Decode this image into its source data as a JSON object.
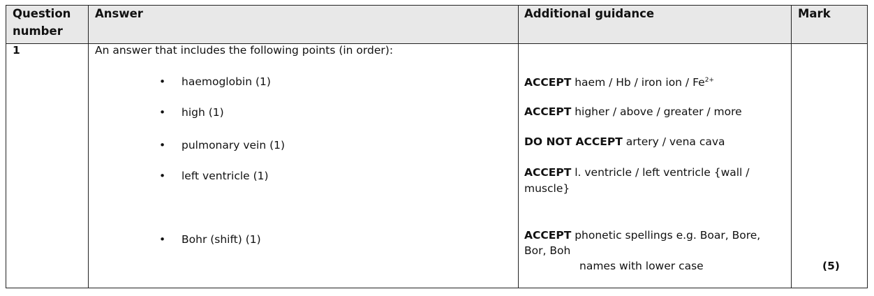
{
  "headers": {
    "question_number": "Question number",
    "question_line1": "Question",
    "question_line2": "number",
    "answer": "Answer",
    "guidance": "Additional guidance",
    "mark": "Mark"
  },
  "row": {
    "number": "1",
    "intro": "An answer that includes the following points (in order):",
    "points": [
      {
        "answer": "haemoglobin  (1)",
        "guidance_bold": "ACCEPT",
        "guidance": " haem / Hb / iron ion / Fe",
        "guidance_sup": "2+"
      },
      {
        "answer": "high  (1)",
        "guidance_bold": "ACCEPT",
        "guidance": " higher / above / greater / more"
      },
      {
        "answer": "pulmonary vein (1)",
        "guidance_bold": "DO NOT ACCEPT",
        "guidance": " artery / vena cava"
      },
      {
        "answer": "left ventricle  (1)",
        "guidance_bold": "ACCEPT",
        "guidance": " l. ventricle / left ventricle {wall /",
        "guidance_line2": "muscle}"
      },
      {
        "answer": "Bohr (shift) (1)",
        "guidance_bold": "ACCEPT",
        "guidance": " phonetic spellings e.g. Boar, Bore,",
        "guidance_line2": "Bor, Boh",
        "guidance_line3": "names with lower case"
      }
    ],
    "mark": "(5)"
  }
}
